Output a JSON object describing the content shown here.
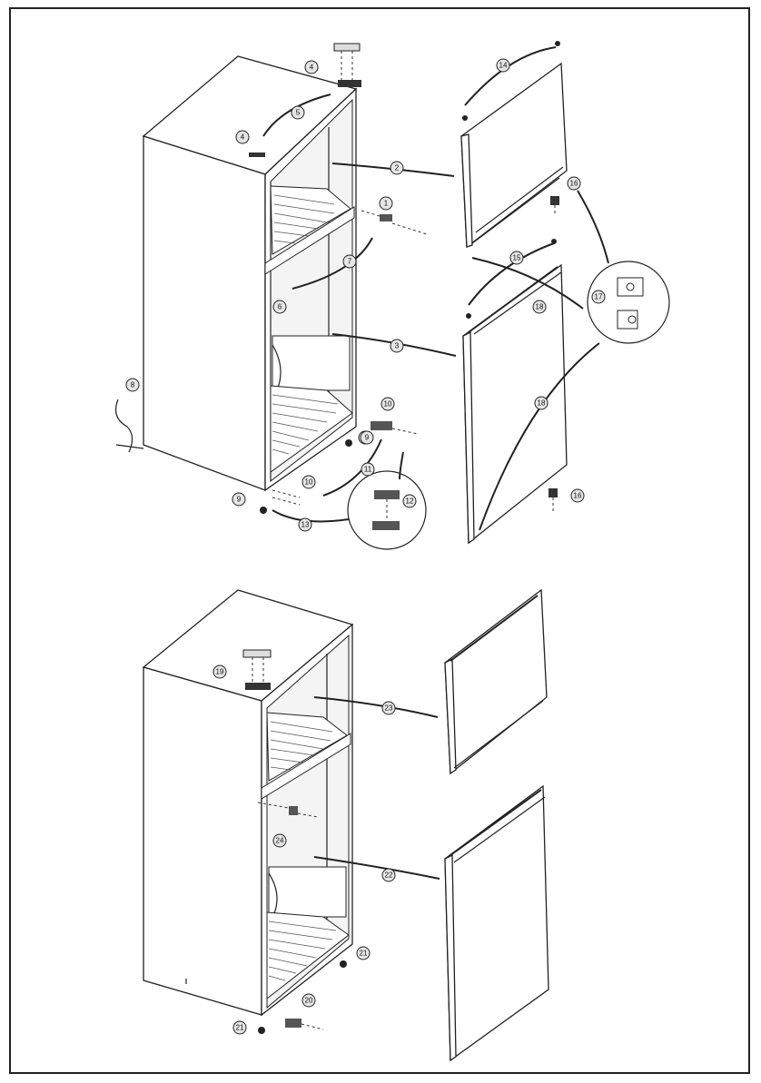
{
  "diagram": {
    "callouts_top": [
      {
        "id": "c-1",
        "label": "1"
      },
      {
        "id": "c-2",
        "label": "2"
      },
      {
        "id": "c-3",
        "label": "3"
      },
      {
        "id": "c-4a",
        "label": "4"
      },
      {
        "id": "c-4b",
        "label": "4"
      },
      {
        "id": "c-5",
        "label": "5"
      },
      {
        "id": "c-6",
        "label": "6"
      },
      {
        "id": "c-7",
        "label": "7"
      },
      {
        "id": "c-8a",
        "label": "8"
      },
      {
        "id": "c-8b",
        "label": "8"
      },
      {
        "id": "c-9a",
        "label": "9"
      },
      {
        "id": "c-9b",
        "label": "9"
      },
      {
        "id": "c-10a",
        "label": "10"
      },
      {
        "id": "c-10b",
        "label": "10"
      },
      {
        "id": "c-11",
        "label": "11"
      },
      {
        "id": "c-12",
        "label": "12"
      },
      {
        "id": "c-13",
        "label": "13"
      },
      {
        "id": "c-14",
        "label": "14"
      },
      {
        "id": "c-15",
        "label": "15"
      },
      {
        "id": "c-16a",
        "label": "16"
      },
      {
        "id": "c-16b",
        "label": "16"
      },
      {
        "id": "c-17",
        "label": "17"
      },
      {
        "id": "c-18a",
        "label": "18"
      },
      {
        "id": "c-18b",
        "label": "18"
      }
    ],
    "callouts_bottom": [
      {
        "id": "c-19",
        "label": "19"
      },
      {
        "id": "c-20",
        "label": "20"
      },
      {
        "id": "c-21a",
        "label": "21"
      },
      {
        "id": "c-21b",
        "label": "21"
      },
      {
        "id": "c-22",
        "label": "22"
      },
      {
        "id": "c-23",
        "label": "23"
      },
      {
        "id": "c-24",
        "label": "24"
      }
    ]
  }
}
